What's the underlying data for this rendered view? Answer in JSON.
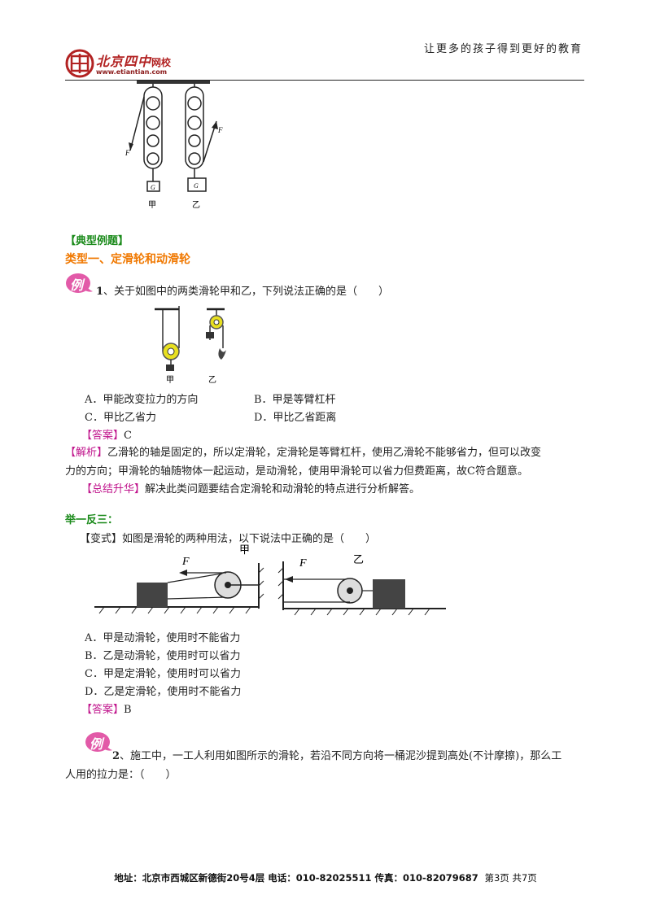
{
  "header": {
    "logo_text": "北京四中",
    "logo_sub": "网校",
    "logo_url": "www.etiantian.com",
    "slogan": "让更多的孩子得到更好的教育"
  },
  "top_figure": {
    "label_left": "甲",
    "label_right": "乙",
    "weight_label": "G",
    "force_label": "F"
  },
  "section": {
    "heading": "【典型例题】",
    "type1": "类型一、定滑轮和动滑轮"
  },
  "example_badge": "例",
  "q1": {
    "number": "1",
    "stem": "、关于如图中的两类滑轮甲和乙，下列说法正确的是（　　）",
    "fig_label_left": "甲",
    "fig_label_right": "乙",
    "options": [
      "A．甲能改变拉力的方向",
      "B．甲是等臂杠杆",
      "C．甲比乙省力",
      "D．甲比乙省距离"
    ],
    "answer_tag": "【答案】",
    "answer": "C",
    "analysis_tag": "【解析】",
    "analysis_line1": "乙滑轮的轴是固定的，所以定滑轮，定滑轮是等臂杠杆，使用乙滑轮不能够省力，但可以改变",
    "analysis_line2": "力的方向；甲滑轮的轴随物体一起运动，是动滑轮，使用甲滑轮可以省力但费距离，故C符合题意。",
    "summary_tag": "【总结升华】",
    "summary": "解决此类问题要结合定滑轮和动滑轮的特点进行分析解答。"
  },
  "variant": {
    "heading": "举一反三：",
    "stem": "【变式】如图是滑轮的两种用法，以下说法中正确的是（　　）",
    "fig_label_left": "甲",
    "fig_label_right": "乙",
    "force_label": "F",
    "options": [
      "A．甲是动滑轮，使用时不能省力",
      "B．乙是动滑轮，使用时可以省力",
      "C．甲是定滑轮，使用时可以省力",
      "D．乙是定滑轮，使用时不能省力"
    ],
    "answer_tag": "【答案】",
    "answer": "B"
  },
  "q2": {
    "number": "2",
    "line1": "、施工中，一工人利用如图所示的滑轮，若沿不同方向将一桶泥沙提到高处(不计摩擦)，那么工",
    "line2": "人用的拉力是：（　　）"
  },
  "footer": {
    "address": "地址：北京市西城区新德街20号4层 电话：010-82025511 传真：010-82079687",
    "page": "第3页 共7页"
  }
}
